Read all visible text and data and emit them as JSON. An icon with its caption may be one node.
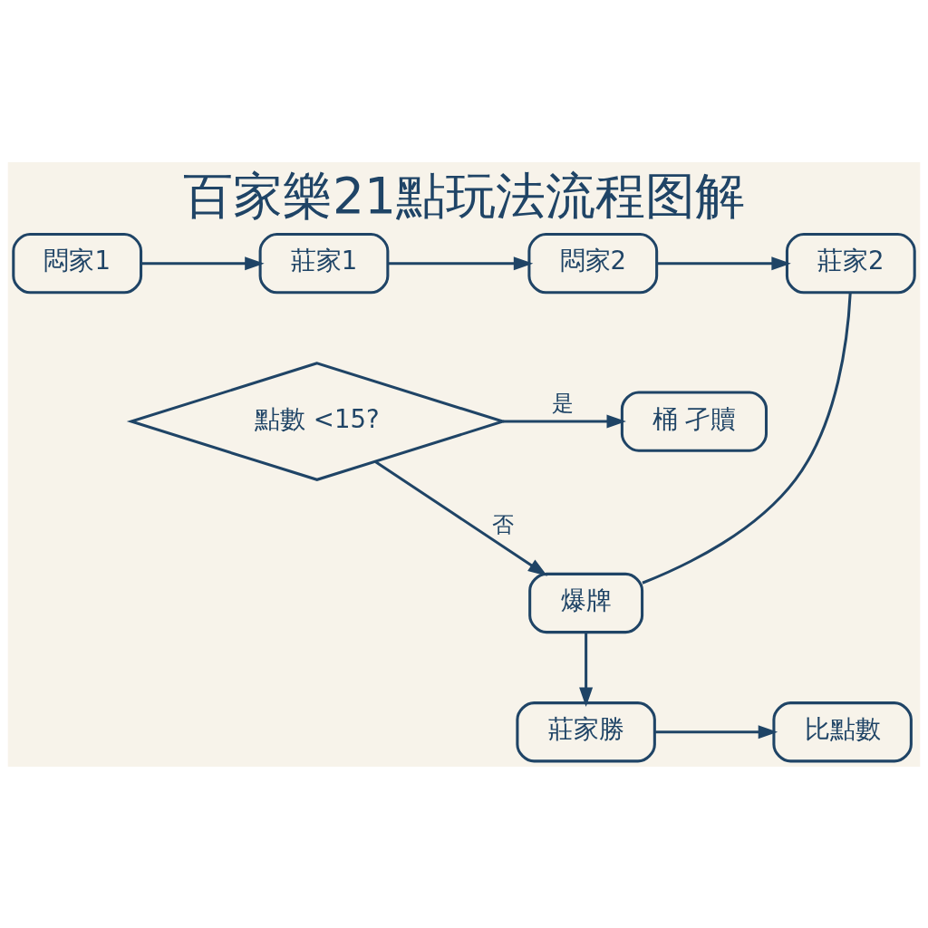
{
  "diagram": {
    "title": "百家樂21點玩法流程图解",
    "nodes": [
      {
        "text": [
          "悶家1"
        ]
      },
      {
        "text": [
          "莊家1"
        ]
      },
      {
        "text": [
          "悶家2"
        ]
      },
      {
        "text": [
          "莊家2"
        ]
      },
      {
        "text": [
          "點數 <15?"
        ]
      },
      {
        "text": [
          "桶 孑贖"
        ]
      },
      {
        "text": [
          "爆牌"
        ]
      },
      {
        "text": [
          "莊家勝"
        ]
      },
      {
        "text": [
          "比點數"
        ]
      }
    ],
    "edges": [
      {
        "from": 0,
        "to": 1,
        "arrow": "to"
      },
      {
        "from": 1,
        "to": 2,
        "arrow": "to"
      },
      {
        "from": 2,
        "to": 3,
        "arrow": "to"
      },
      {
        "from": 3,
        "to": 6,
        "arrow": "none"
      },
      {
        "from": 4,
        "to": 5,
        "arrow": "to",
        "label": "是"
      },
      {
        "from": 4,
        "to": 6,
        "arrow": "to",
        "label": "否"
      },
      {
        "from": 6,
        "to": 7,
        "arrow": "to"
      },
      {
        "from": 7,
        "to": 8,
        "arrow": "to"
      }
    ]
  }
}
